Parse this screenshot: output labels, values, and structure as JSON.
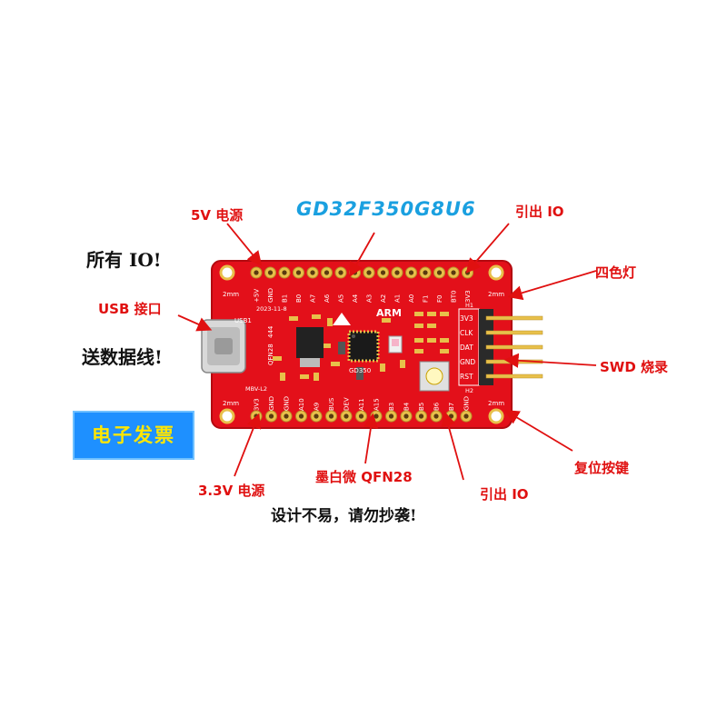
{
  "title": "GD32F350G8U6",
  "callouts": {
    "power_5v": "5V 电源",
    "io_top": "引出 IO",
    "four_color_led": "四色灯",
    "usb_port": "USB 接口",
    "swd": "SWD 烧录",
    "reset_button": "复位按键",
    "io_bottom": "引出 IO",
    "power_3v3": "3.3V 电源",
    "mcu_package": "墨白微 QFN28"
  },
  "handwritten": {
    "all_io": "所有 IO!",
    "cable": "送数据线!",
    "notice": "设计不易，请勿抄袭!"
  },
  "badge": {
    "invoice": "电子发票"
  },
  "board": {
    "top_pins": [
      "+5V",
      "GND",
      "B1",
      "B0",
      "A7",
      "A6",
      "A5",
      "A4",
      "A3",
      "A2",
      "A1",
      "A0",
      "F1",
      "F0",
      "BT0",
      "3V3"
    ],
    "bottom_pins": [
      "3V3",
      "GND",
      "GND",
      "A10",
      "A9",
      "BUS",
      "DEV",
      "A11",
      "A15",
      "B3",
      "B4",
      "B5",
      "B6",
      "B7",
      "GND"
    ],
    "swd_pins": [
      "3V3",
      "CLK",
      "DAT",
      "GND",
      "RST"
    ],
    "date": "2023-11-8",
    "arm": "ARM",
    "chip": "GD350",
    "usb_label": "USB1",
    "qfn": "QFN28",
    "qfn_num": "444",
    "spacing": "2mm",
    "header_h1": "H1",
    "header_h2": "H2",
    "mbv": "MBV-L2",
    "colors": {
      "pcb": "#e3101a",
      "silkscreen": "#ffffff",
      "gold": "#e8c04a",
      "arrow": "#e01010",
      "title": "#1aa0e0"
    }
  }
}
